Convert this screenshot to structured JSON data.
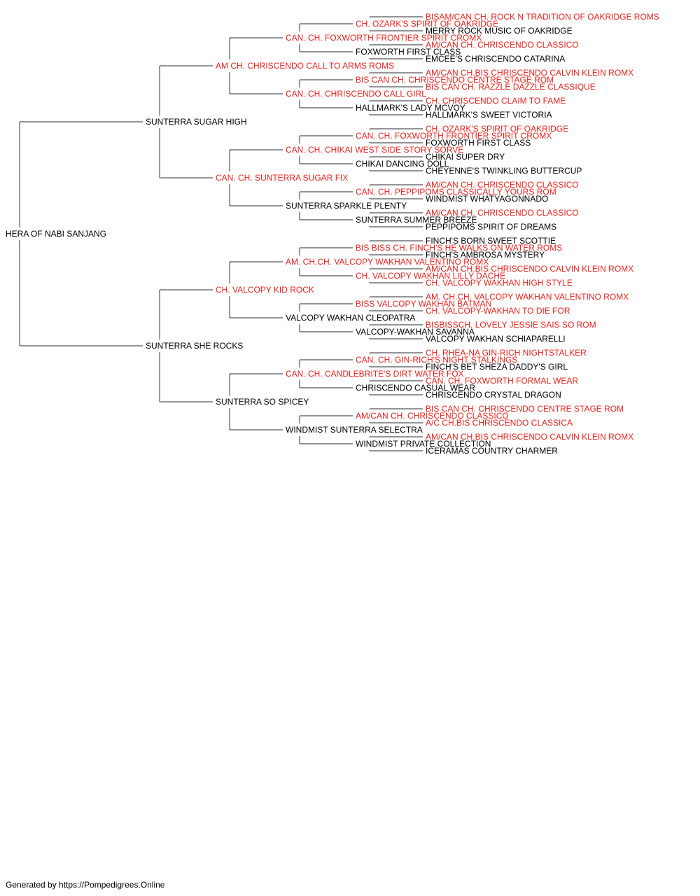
{
  "colors": {
    "titled": "#e8231f",
    "plain": "#000000",
    "line": "#555555"
  },
  "footer": "Generated by https://Pompedigrees.Online",
  "pedigree": {
    "name": "HERA OF NABI SANJANG",
    "titled": false,
    "sire": {
      "name": "SUNTERRA SUGAR HIGH",
      "titled": false,
      "sire": {
        "name": "AM CH. CHRISCENDO CALL TO ARMS ROMS",
        "titled": true,
        "sire": {
          "name": "CAN. CH. FOXWORTH FRONTIER SPIRIT CROMX",
          "titled": true,
          "sire": {
            "name": "CH. OZARK'S SPIRIT OF OAKRIDGE",
            "titled": true,
            "sire": {
              "name": "BISAM/CAN CH. ROCK N TRADITION OF OAKRIDGE ROMS",
              "titled": true
            },
            "dam": {
              "name": "MERRY ROCK MUSIC OF OAKRIDGE",
              "titled": false
            }
          },
          "dam": {
            "name": "FOXWORTH FIRST CLASS",
            "titled": false,
            "sire": {
              "name": "AM/CAN CH. CHRISCENDO CLASSICO",
              "titled": true
            },
            "dam": {
              "name": "EMCEE'S CHRISCENDO CATARINA",
              "titled": false
            }
          }
        },
        "dam": {
          "name": "CAN. CH. CHRISCENDO CALL GIRL",
          "titled": true,
          "sire": {
            "name": "BIS CAN CH. CHRISCENDO CENTRE STAGE ROM",
            "titled": true,
            "sire": {
              "name": "AM/CAN CH.BIS CHRISCENDO CALVIN KLEIN ROMX",
              "titled": true
            },
            "dam": {
              "name": "BIS CAN CH. RAZZLE DAZZLE CLASSIQUE",
              "titled": true
            }
          },
          "dam": {
            "name": "HALLMARK'S LADY MCVOY",
            "titled": false,
            "sire": {
              "name": "CH. CHRISCENDO CLAIM TO FAME",
              "titled": true
            },
            "dam": {
              "name": "HALLMARK'S SWEET VICTORIA",
              "titled": false
            }
          }
        }
      },
      "dam": {
        "name": "CAN. CH. SUNTERRA SUGAR FIX",
        "titled": true,
        "sire": {
          "name": "CAN. CH. CHIKAI WEST SIDE STORY SORVE",
          "titled": true,
          "sire": {
            "name": "CAN. CH. FOXWORTH FRONTIER SPIRIT CROMX",
            "titled": true,
            "sire": {
              "name": "CH. OZARK'S SPIRIT OF OAKRIDGE",
              "titled": true
            },
            "dam": {
              "name": "FOXWORTH FIRST CLASS",
              "titled": false
            }
          },
          "dam": {
            "name": "CHIKAI DANCING DOLL",
            "titled": false,
            "sire": {
              "name": "CHIKAI SUPER DRY",
              "titled": false
            },
            "dam": {
              "name": "CHEYENNE'S TWINKLING BUTTERCUP",
              "titled": false
            }
          }
        },
        "dam": {
          "name": "SUNTERRA SPARKLE PLENTY",
          "titled": false,
          "sire": {
            "name": "CAN. CH. PEPPIPOMS CLASSICALLY YOURS ROM",
            "titled": true,
            "sire": {
              "name": "AM/CAN CH. CHRISCENDO CLASSICO",
              "titled": true
            },
            "dam": {
              "name": "WINDMIST WHATYAGONNADO",
              "titled": false
            }
          },
          "dam": {
            "name": "SUNTERRA SUMMER BREEZE",
            "titled": false,
            "sire": {
              "name": "AM/CAN CH. CHRISCENDO CLASSICO",
              "titled": true
            },
            "dam": {
              "name": "PEPPIPOMS SPIRIT OF DREAMS",
              "titled": false
            }
          }
        }
      }
    },
    "dam": {
      "name": "SUNTERRA SHE ROCKS",
      "titled": false,
      "sire": {
        "name": "CH. VALCOPY KID ROCK",
        "titled": true,
        "sire": {
          "name": "AM. CH.CH. VALCOPY WAKHAN VALENTINO ROMX",
          "titled": true,
          "sire": {
            "name": "BIS BISS CH. FINCH'S HE WALKS ON WATER ROMS",
            "titled": true,
            "sire": {
              "name": "FINCH'S BORN SWEET SCOTTIE",
              "titled": false
            },
            "dam": {
              "name": "FINCH'S AMBROSA MYSTERY",
              "titled": false
            }
          },
          "dam": {
            "name": "CH. VALCOPY WAKHAN LILLY DACHE",
            "titled": true,
            "sire": {
              "name": "AM/CAN CH.BIS CHRISCENDO CALVIN KLEIN ROMX",
              "titled": true
            },
            "dam": {
              "name": "CH. VALCOPY WAKHAN HIGH STYLE",
              "titled": true
            }
          }
        },
        "dam": {
          "name": "VALCOPY WAKHAN CLEOPATRA",
          "titled": false,
          "sire": {
            "name": "BISS VALCOPY WAKHAN BATMAN",
            "titled": true,
            "sire": {
              "name": "AM. CH.CH. VALCOPY WAKHAN VALENTINO ROMX",
              "titled": true
            },
            "dam": {
              "name": "CH. VALCOPY-WAKHAN TO DIE FOR",
              "titled": true
            }
          },
          "dam": {
            "name": "VALCOPY-WAKHAN SAVANNA",
            "titled": false,
            "sire": {
              "name": "BISBISSCH. LOVELY JESSIE SAIS SO ROM",
              "titled": true
            },
            "dam": {
              "name": "VALCOPY WAKHAN SCHIAPARELLI",
              "titled": false
            }
          }
        }
      },
      "dam": {
        "name": "SUNTERRA SO SPICEY",
        "titled": false,
        "sire": {
          "name": "CAN. CH. CANDLEBRITE'S DIRT WATER FOX",
          "titled": true,
          "sire": {
            "name": "CAN. CH. GIN-RICH'S NIGHT STALKINGS",
            "titled": true,
            "sire": {
              "name": "CH. RHEA-NA GIN-RICH NIGHTSTALKER",
              "titled": true
            },
            "dam": {
              "name": "FINCH'S BET SHEZA DADDY'S GIRL",
              "titled": false
            }
          },
          "dam": {
            "name": "CHRISCENDO CASUAL WEAR",
            "titled": false,
            "sire": {
              "name": "CAN. CH. FOXWORTH FORMAL WEAR",
              "titled": true
            },
            "dam": {
              "name": "CHRISCENDO CRYSTAL DRAGON",
              "titled": false
            }
          }
        },
        "dam": {
          "name": "WINDMIST SUNTERRA SELECTRA",
          "titled": false,
          "sire": {
            "name": "AM/CAN CH. CHRISCENDO CLASSICO",
            "titled": true,
            "sire": {
              "name": "BIS CAN CH. CHRISCENDO CENTRE STAGE ROM",
              "titled": true
            },
            "dam": {
              "name": "A/C CH.BIS CHRISCENDO CLASSICA",
              "titled": true
            }
          },
          "dam": {
            "name": "WINDMIST PRIVATE COLLECTION",
            "titled": false,
            "sire": {
              "name": "AM/CAN CH.BIS CHRISCENDO CALVIN KLEIN ROMX",
              "titled": true
            },
            "dam": {
              "name": "ICERAMAS COUNTRY CHARMER",
              "titled": false
            }
          }
        }
      }
    }
  }
}
